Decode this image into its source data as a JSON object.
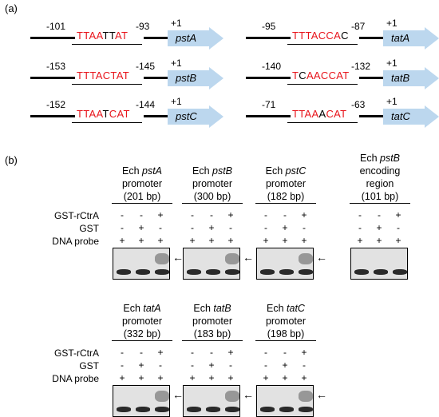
{
  "panel_a_label": "(a)",
  "panel_b_label": "(b)",
  "plus_one": "+1",
  "promoters": [
    {
      "gene": "pstA",
      "left_pos": "-101",
      "right_pos": "-93",
      "seq": [
        {
          "t": "TTAA",
          "r": true
        },
        {
          "t": "TT",
          "r": false
        },
        {
          "t": "AT",
          "r": true
        }
      ]
    },
    {
      "gene": "tatA",
      "left_pos": "-95",
      "right_pos": "-87",
      "seq": [
        {
          "t": "TTT",
          "r": true
        },
        {
          "t": "ACCA",
          "r": true
        },
        {
          "t": "C",
          "r": false
        }
      ]
    },
    {
      "gene": "pstB",
      "left_pos": "-153",
      "right_pos": "-145",
      "seq": [
        {
          "t": "TTT",
          "r": true
        },
        {
          "t": "ACT",
          "r": true
        },
        {
          "t": "AT",
          "r": true
        }
      ]
    },
    {
      "gene": "tatB",
      "left_pos": "-140",
      "right_pos": "-132",
      "seq": [
        {
          "t": "T",
          "r": true
        },
        {
          "t": "C",
          "r": false
        },
        {
          "t": "AACCAT",
          "r": true
        }
      ]
    },
    {
      "gene": "pstC",
      "left_pos": "-152",
      "right_pos": "-144",
      "seq": [
        {
          "t": "TTAA",
          "r": true
        },
        {
          "t": "T",
          "r": false
        },
        {
          "t": "CAT",
          "r": true
        }
      ]
    },
    {
      "gene": "tatC",
      "left_pos": "-71",
      "right_pos": "-63",
      "seq": [
        {
          "t": "TTAA",
          "r": true
        },
        {
          "t": "A",
          "r": false
        },
        {
          "t": "CAT",
          "r": true
        }
      ]
    }
  ],
  "row_labels": [
    "GST-rCtrA",
    "GST",
    "DNA probe"
  ],
  "lane_signs": [
    [
      "-",
      "-",
      "+"
    ],
    [
      "-",
      "+",
      "-"
    ],
    [
      "+",
      "+",
      "+"
    ]
  ],
  "emsa_panels": [
    {
      "l1": "Ech ",
      "gene": "pstA",
      "l2": "promoter",
      "l3": "(201 bp)",
      "shift": true
    },
    {
      "l1": "Ech ",
      "gene": "pstB",
      "l2": "promoter",
      "l3": "(300 bp)",
      "shift": true
    },
    {
      "l1": "Ech ",
      "gene": "pstC",
      "l2": "promoter",
      "l3": "(182 bp)",
      "shift": true
    },
    {
      "l1": "Ech ",
      "gene": "pstB",
      "l2": "encoding",
      "l3": "region",
      "l4": "(101 bp)",
      "shift": false
    },
    {
      "l1": "Ech ",
      "gene": "tatA",
      "l2": "promoter",
      "l3": "(332 bp)",
      "shift": true
    },
    {
      "l1": "Ech ",
      "gene": "tatB",
      "l2": "promoter",
      "l3": "(183 bp)",
      "shift": true
    },
    {
      "l1": "Ech ",
      "gene": "tatC",
      "l2": "promoter",
      "l3": "(198 bp)",
      "shift": true
    }
  ],
  "shift_arrow": "←",
  "colors": {
    "motif": "#e8141b",
    "arrow_fill": "#bcd7ee",
    "gel_bg": "#e2e2e2"
  }
}
